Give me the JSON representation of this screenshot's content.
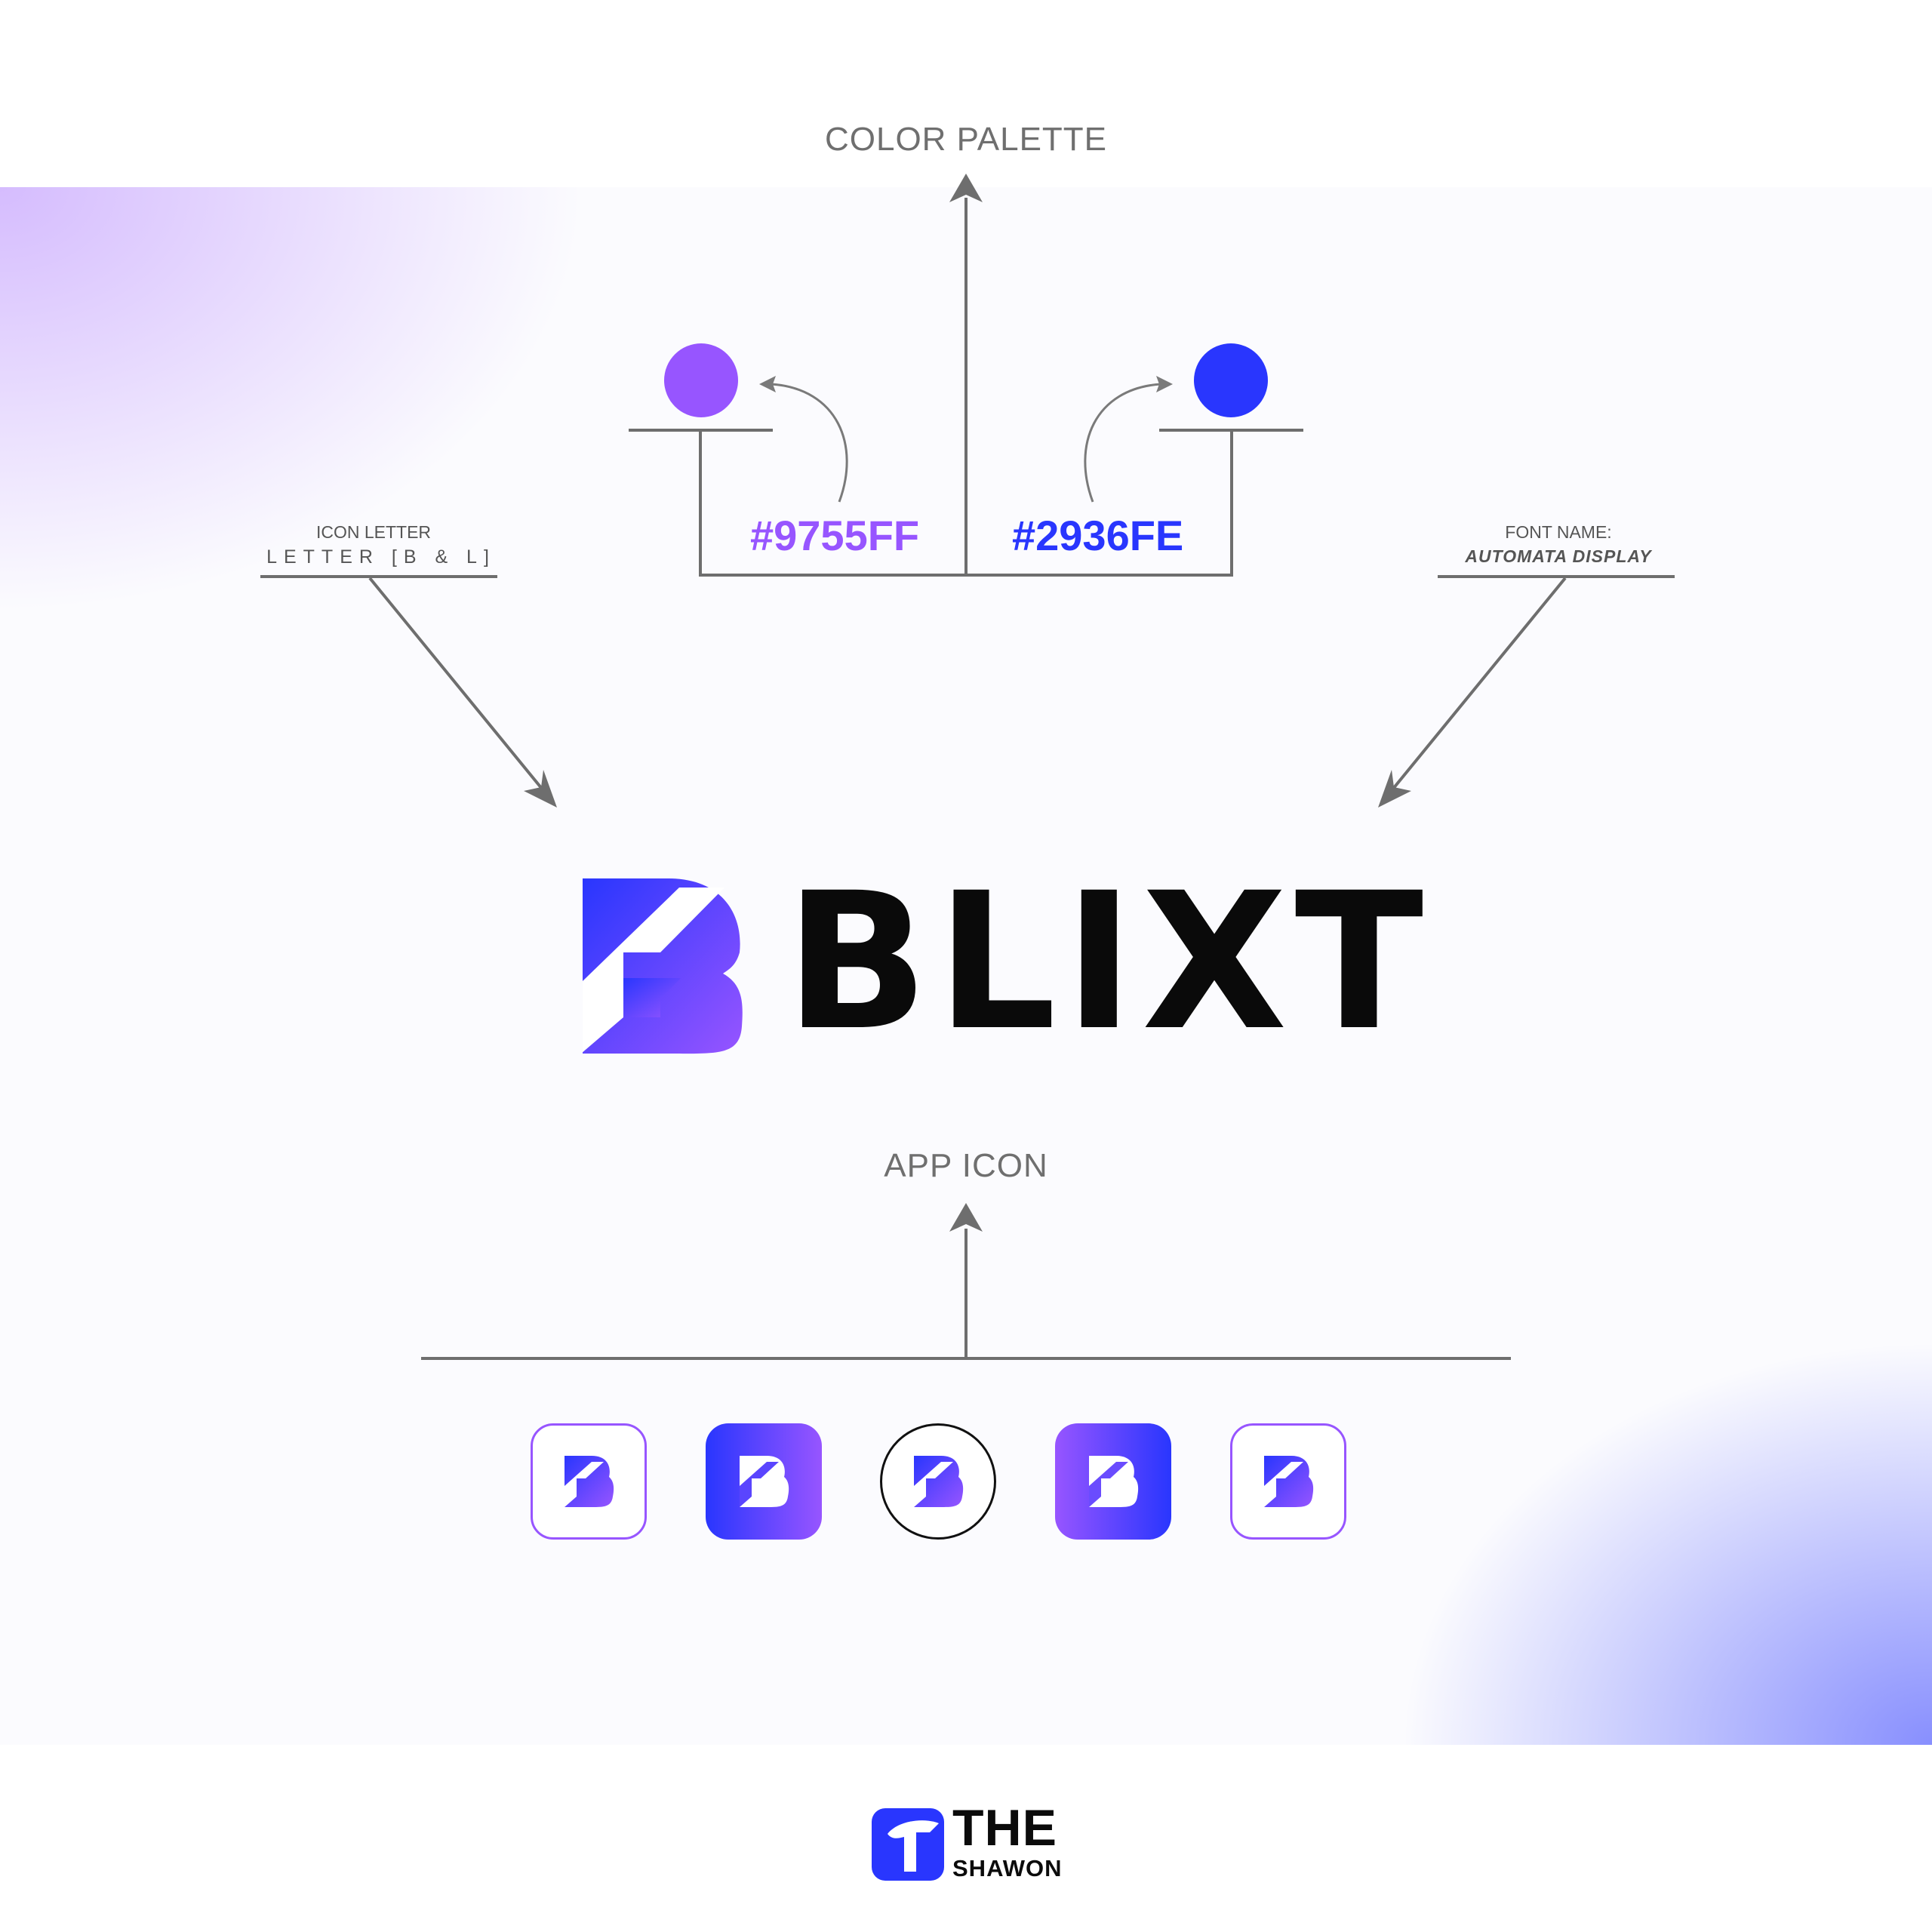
{
  "colors": {
    "purple": "#9755FF",
    "blue": "#2936FE",
    "line": "#6e6e6e",
    "text_dark": "#0a0a0a"
  },
  "labels": {
    "color_palette": "COLOR PALETTE",
    "icon_letter_title": "ICON LETTER",
    "icon_letter_value": "LETTER [B & L]",
    "font_name_title": "FONT NAME:",
    "font_name_value": "AUTOMATA DISPLAY",
    "app_icon": "APP ICON"
  },
  "palette": [
    {
      "hex": "#9755FF"
    },
    {
      "hex": "#2936FE"
    }
  ],
  "logo": {
    "wordmark": "BLIXT"
  },
  "app_icons": [
    {
      "variant": "outline-rounded-purple"
    },
    {
      "variant": "filled-gradient-blue-to-purple"
    },
    {
      "variant": "outline-circle-black"
    },
    {
      "variant": "filled-gradient-purple-to-blue"
    },
    {
      "variant": "outline-rounded-purple"
    }
  ],
  "brand": {
    "line1": "THE",
    "line2": "SHAWON",
    "icon": "shawon-t-logo-icon"
  }
}
